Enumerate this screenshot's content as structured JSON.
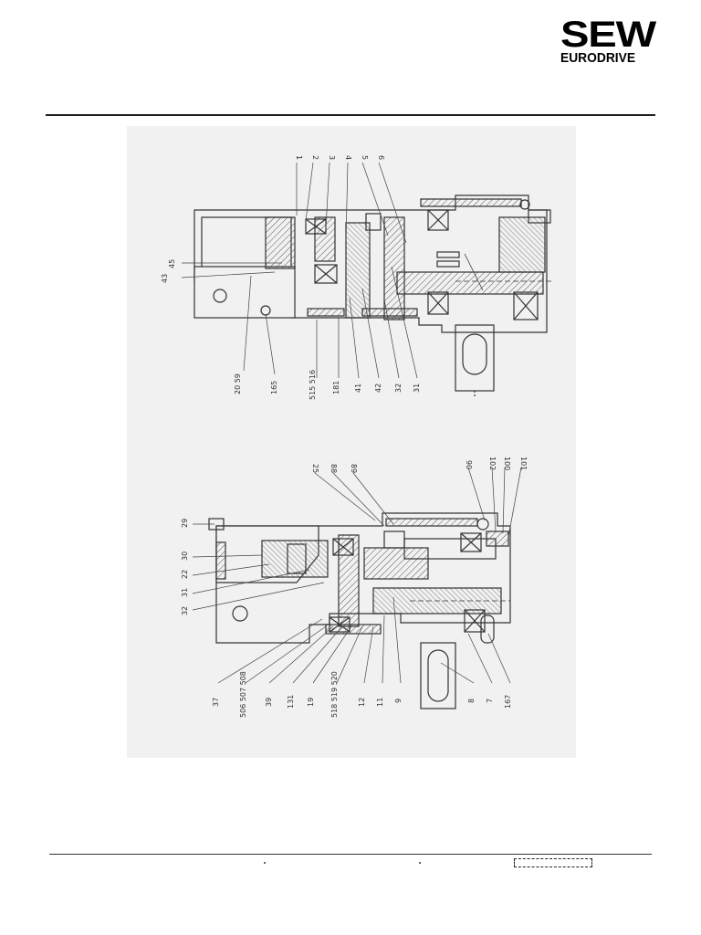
{
  "header": {
    "logo_text_main": "SEW",
    "logo_text_sub": "EURODRIVE"
  },
  "drawing_upper": {
    "callouts_top": [
      "1",
      "2",
      "3",
      "4",
      "5",
      "6"
    ],
    "callouts_left": [
      "43",
      "45"
    ],
    "callouts_bottom": [
      "20 59",
      "165",
      "515 516",
      "181",
      "41",
      "42",
      "32",
      "31"
    ]
  },
  "drawing_lower": {
    "callouts_top": [
      "25",
      "88",
      "89",
      "90",
      "102",
      "100",
      "101"
    ],
    "callouts_left": [
      "29",
      "30",
      "22",
      "31",
      "32"
    ],
    "callouts_bottom": [
      "37",
      "506 507 508",
      "39",
      "131",
      "19",
      "518 519 520",
      "12",
      "11",
      "9",
      "8",
      "7",
      "167"
    ]
  }
}
